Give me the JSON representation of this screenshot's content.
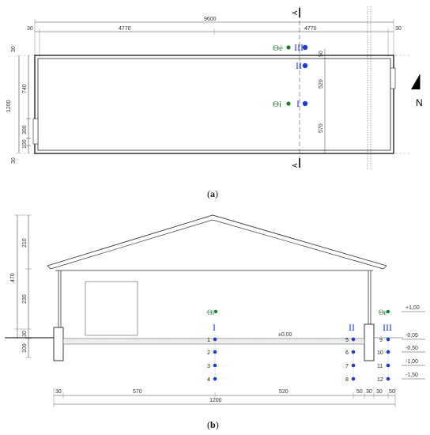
{
  "plan": {
    "caption": "(a)",
    "bold_letter": "a",
    "section_marks": [
      "A",
      "A"
    ],
    "north_label": "N",
    "dims_top": {
      "overall": "9600",
      "left_edge": "30",
      "left_half": "4770",
      "right_half": "4770",
      "right_edge": "30"
    },
    "dims_left": [
      "30",
      "740",
      "300",
      "100",
      "30"
    ],
    "dims_left_total": "1200",
    "dims_inner": [
      "50",
      "520",
      "570"
    ],
    "labels": {
      "theta_e": "Θe",
      "theta_i": "Θi",
      "I": "I",
      "II": "II",
      "III": "III"
    }
  },
  "section": {
    "caption": "(b)",
    "bold_letter": "b",
    "dims_left": [
      "210",
      "470",
      "230",
      "30",
      "100"
    ],
    "dims_bottom": [
      "30",
      "570",
      "520",
      "50",
      "30",
      "30",
      "50"
    ],
    "dims_bottom_total": "1200",
    "floor_level": "±0,00",
    "levels": [
      "+1,00",
      "-0,05",
      "-0,50",
      "-1,00",
      "-1,50"
    ],
    "labels": {
      "theta_i": "Θi",
      "theta_e": "Θe",
      "I": "I",
      "II": "II",
      "III": "III"
    },
    "points_I": [
      "1",
      "2",
      "3",
      "4"
    ],
    "points_II": [
      "5",
      "6",
      "7",
      "8"
    ],
    "points_III": [
      "9",
      "10",
      "11",
      "12"
    ]
  },
  "colors": {
    "blue_point": "#1f3bd6",
    "green_point": "#1e7a3a"
  }
}
